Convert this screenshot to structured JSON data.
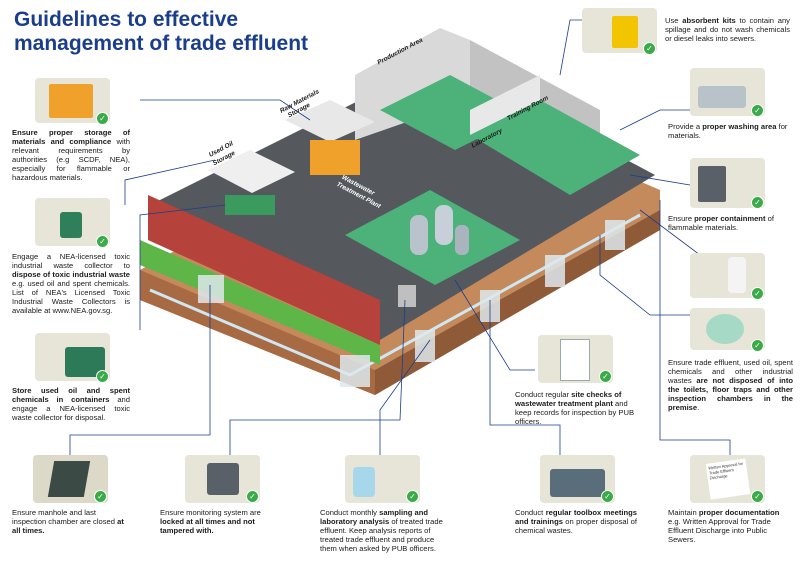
{
  "title_line1": "Guidelines to effective",
  "title_line2": "management of trade effluent",
  "scene_labels": {
    "production_area": "Production Area",
    "raw_materials": "Raw Materials",
    "raw_materials2": "Storage",
    "used_oil": "Used Oil",
    "used_oil2": "Storage",
    "wastewater": "Wastewater",
    "wastewater2": "Treatment Plant",
    "laboratory": "Laboratory",
    "training_room": "Training Room"
  },
  "cards": {
    "storage": {
      "bold1": "Ensure proper storage of materials and compliance",
      "rest": " with relevant requirements by authorities (e.g SCDF, NEA), especially for flammable or hazardous materials."
    },
    "collector": {
      "t1": "Engage a NEA-licensed toxic industrial waste collector to ",
      "bold": "dispose of toxic industrial waste",
      "t2": " e.g. used oil and spent chemicals. List of NEA's Licensed Toxic Industrial Waste Collectors is available at www.NEA.gov.sg."
    },
    "containers": {
      "bold": "Store used oil and spent chemicals in containers",
      "rest": " and engage a NEA-licensed toxic waste collector for disposal."
    },
    "manhole": {
      "t1": "Ensure manhole and last inspection chamber are closed ",
      "bold": "at all times."
    },
    "monitoring": {
      "t1": "Ensure monitoring system are ",
      "bold": "locked at all times and not tampered with."
    },
    "sampling": {
      "t1": "Conduct monthly ",
      "bold": "sampling and laboratory analysis",
      "t2": " of treated trade effluent. Keep analysis reports of treated trade effluent and produce them when asked by PUB officers."
    },
    "toolbox": {
      "t1": "Conduct ",
      "bold": "regular toolbox meetings and trainings",
      "t2": " on proper disposal of chemical wastes."
    },
    "documentation": {
      "t1": "Maintain ",
      "bold": "proper documentation",
      "t2": " e.g. Written Approval for Trade Effluent Discharge into Public Sewers.",
      "doc_text": "Written Approval for Trade Effluent Discharge"
    },
    "site_checks": {
      "t1": "Conduct regular ",
      "bold": "site checks of wastewater treatment plant",
      "t2": " and keep records for inspection by PUB officers."
    },
    "not_disposed": {
      "t1": "Ensure trade effluent, used oil, spent chemicals and other industrial wastes ",
      "bold": "are not disposed of into the toilets, floor traps and other inspection chambers in the premise",
      "t2": "."
    },
    "containment": {
      "t1": "Ensure ",
      "bold": "proper containment",
      "t2": " of flammable materials."
    },
    "washing": {
      "t1": "Provide a ",
      "bold": "proper washing area",
      "t2": " for materials."
    },
    "absorbent": {
      "t1": "Use ",
      "bold": "absorbent kits",
      "t2": " to contain any spillage and do not wash chemicals or diesel leaks into sewers."
    }
  },
  "colors": {
    "title": "#1a3e8c",
    "check": "#3bab4a",
    "floor": "#55585c",
    "green_area": "#4cb27a",
    "brick": "#b5433b",
    "soil": "#c58a5c"
  }
}
